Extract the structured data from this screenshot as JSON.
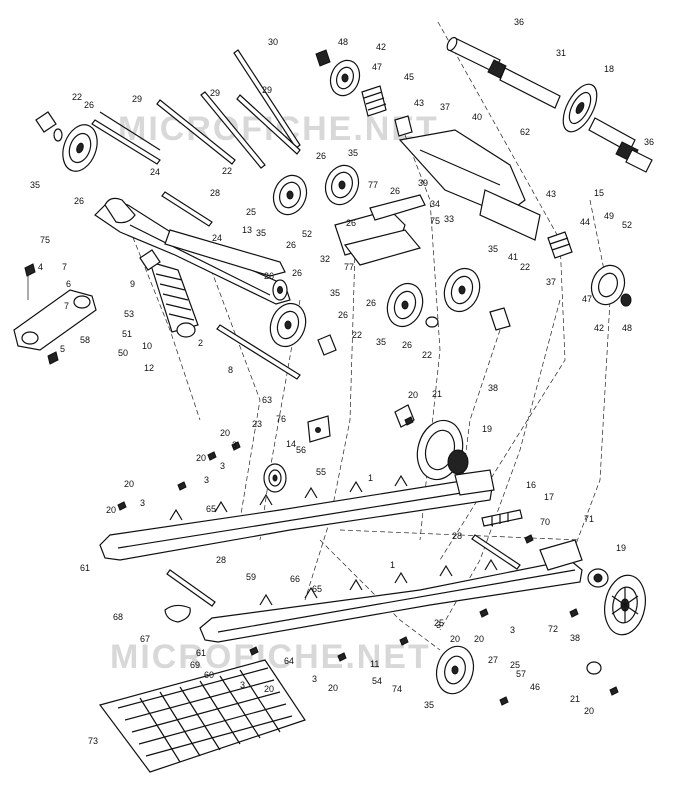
{
  "watermark": {
    "text": "MICROFICHE.NET"
  },
  "callouts": [
    {
      "id": "c1",
      "label": "36"
    },
    {
      "id": "c2",
      "label": "30"
    },
    {
      "id": "c3",
      "label": "48"
    },
    {
      "id": "c4",
      "label": "42"
    },
    {
      "id": "c5",
      "label": "47"
    },
    {
      "id": "c6",
      "label": "45"
    },
    {
      "id": "c7",
      "label": "31"
    },
    {
      "id": "c8",
      "label": "18"
    },
    {
      "id": "c9",
      "label": "22"
    },
    {
      "id": "c10",
      "label": "26"
    },
    {
      "id": "c11",
      "label": "29"
    },
    {
      "id": "c12",
      "label": "29"
    },
    {
      "id": "c13",
      "label": "29"
    },
    {
      "id": "c14",
      "label": "43"
    },
    {
      "id": "c15",
      "label": "37"
    },
    {
      "id": "c16",
      "label": "40"
    },
    {
      "id": "c17",
      "label": "62"
    },
    {
      "id": "c18",
      "label": "36"
    },
    {
      "id": "c19",
      "label": "35"
    },
    {
      "id": "c20",
      "label": "26"
    },
    {
      "id": "c21",
      "label": "24"
    },
    {
      "id": "c22",
      "label": "28"
    },
    {
      "id": "c23",
      "label": "22"
    },
    {
      "id": "c24",
      "label": "26"
    },
    {
      "id": "c25",
      "label": "35"
    },
    {
      "id": "c26",
      "label": "77"
    },
    {
      "id": "c27",
      "label": "26"
    },
    {
      "id": "c28",
      "label": "39"
    },
    {
      "id": "c29",
      "label": "34"
    },
    {
      "id": "c30",
      "label": "43"
    },
    {
      "id": "c31",
      "label": "15"
    },
    {
      "id": "c32",
      "label": "75"
    },
    {
      "id": "c33",
      "label": "24"
    },
    {
      "id": "c34",
      "label": "25"
    },
    {
      "id": "c35",
      "label": "35"
    },
    {
      "id": "c36",
      "label": "26"
    },
    {
      "id": "c37",
      "label": "52"
    },
    {
      "id": "c38",
      "label": "33"
    },
    {
      "id": "c39",
      "label": "75"
    },
    {
      "id": "c40",
      "label": "44"
    },
    {
      "id": "c41",
      "label": "49"
    },
    {
      "id": "c42",
      "label": "52"
    },
    {
      "id": "c43",
      "label": "13"
    },
    {
      "id": "c44",
      "label": "32"
    },
    {
      "id": "c45",
      "label": "77"
    },
    {
      "id": "c46",
      "label": "26"
    },
    {
      "id": "c47",
      "label": "35"
    },
    {
      "id": "c48",
      "label": "41"
    },
    {
      "id": "c49",
      "label": "37"
    },
    {
      "id": "c50",
      "label": "47"
    },
    {
      "id": "c51",
      "label": "4"
    },
    {
      "id": "c52",
      "label": "7"
    },
    {
      "id": "c53",
      "label": "6"
    },
    {
      "id": "c54",
      "label": "9"
    },
    {
      "id": "c55",
      "label": "26"
    },
    {
      "id": "c56",
      "label": "26"
    },
    {
      "id": "c57",
      "label": "22"
    },
    {
      "id": "c58",
      "label": "42"
    },
    {
      "id": "c59",
      "label": "48"
    },
    {
      "id": "c60",
      "label": "53"
    },
    {
      "id": "c61",
      "label": "51"
    },
    {
      "id": "c62",
      "label": "50"
    },
    {
      "id": "c63",
      "label": "10"
    },
    {
      "id": "c64",
      "label": "12"
    },
    {
      "id": "c65",
      "label": "2"
    },
    {
      "id": "c66",
      "label": "35"
    },
    {
      "id": "c67",
      "label": "26"
    },
    {
      "id": "c68",
      "label": "26"
    },
    {
      "id": "c69",
      "label": "22"
    },
    {
      "id": "c70",
      "label": "35"
    },
    {
      "id": "c71",
      "label": "26"
    },
    {
      "id": "c72",
      "label": "22"
    },
    {
      "id": "c73",
      "label": "7"
    },
    {
      "id": "c74",
      "label": "58"
    },
    {
      "id": "c75",
      "label": "5"
    },
    {
      "id": "c76",
      "label": "8"
    },
    {
      "id": "c77",
      "label": "63"
    },
    {
      "id": "c78",
      "label": "21"
    },
    {
      "id": "c79",
      "label": "38"
    },
    {
      "id": "c80",
      "label": "20"
    },
    {
      "id": "c81",
      "label": "19"
    },
    {
      "id": "c82",
      "label": "76"
    },
    {
      "id": "c83",
      "label": "23"
    },
    {
      "id": "c84",
      "label": "20"
    },
    {
      "id": "c85",
      "label": "14"
    },
    {
      "id": "c86",
      "label": "3"
    },
    {
      "id": "c87",
      "label": "56"
    },
    {
      "id": "c88",
      "label": "20"
    },
    {
      "id": "c89",
      "label": "3"
    },
    {
      "id": "c90",
      "label": "55"
    },
    {
      "id": "c91",
      "label": "20"
    },
    {
      "id": "c92",
      "label": "3"
    },
    {
      "id": "c93",
      "label": "1"
    },
    {
      "id": "c94",
      "label": "16"
    },
    {
      "id": "c95",
      "label": "17"
    },
    {
      "id": "c96",
      "label": "65"
    },
    {
      "id": "c97",
      "label": "20"
    },
    {
      "id": "c98",
      "label": "3"
    },
    {
      "id": "c99",
      "label": "70"
    },
    {
      "id": "c100",
      "label": "71"
    },
    {
      "id": "c101",
      "label": "61"
    },
    {
      "id": "c102",
      "label": "28"
    },
    {
      "id": "c103",
      "label": "28"
    },
    {
      "id": "c104",
      "label": "19"
    },
    {
      "id": "c105",
      "label": "1"
    },
    {
      "id": "c106",
      "label": "59"
    },
    {
      "id": "c107",
      "label": "66"
    },
    {
      "id": "c108",
      "label": "65"
    },
    {
      "id": "c109",
      "label": "68"
    },
    {
      "id": "c110",
      "label": "3"
    },
    {
      "id": "c111",
      "label": "72"
    },
    {
      "id": "c112",
      "label": "67"
    },
    {
      "id": "c113",
      "label": "20"
    },
    {
      "id": "c114",
      "label": "20"
    },
    {
      "id": "c115",
      "label": "3"
    },
    {
      "id": "c116",
      "label": "38"
    },
    {
      "id": "c117",
      "label": "25"
    },
    {
      "id": "c118",
      "label": "61"
    },
    {
      "id": "c119",
      "label": "11"
    },
    {
      "id": "c120",
      "label": "27"
    },
    {
      "id": "c121",
      "label": "64"
    },
    {
      "id": "c122",
      "label": "69"
    },
    {
      "id": "c123",
      "label": "25"
    },
    {
      "id": "c124",
      "label": "60"
    },
    {
      "id": "c125",
      "label": "3"
    },
    {
      "id": "c126",
      "label": "20"
    },
    {
      "id": "c127",
      "label": "3"
    },
    {
      "id": "c128",
      "label": "20"
    },
    {
      "id": "c129",
      "label": "54"
    },
    {
      "id": "c130",
      "label": "74"
    },
    {
      "id": "c131",
      "label": "57"
    },
    {
      "id": "c132",
      "label": "46"
    },
    {
      "id": "c133",
      "label": "21"
    },
    {
      "id": "c134",
      "label": "35"
    },
    {
      "id": "c135",
      "label": "73"
    },
    {
      "id": "c136",
      "label": "20"
    }
  ]
}
